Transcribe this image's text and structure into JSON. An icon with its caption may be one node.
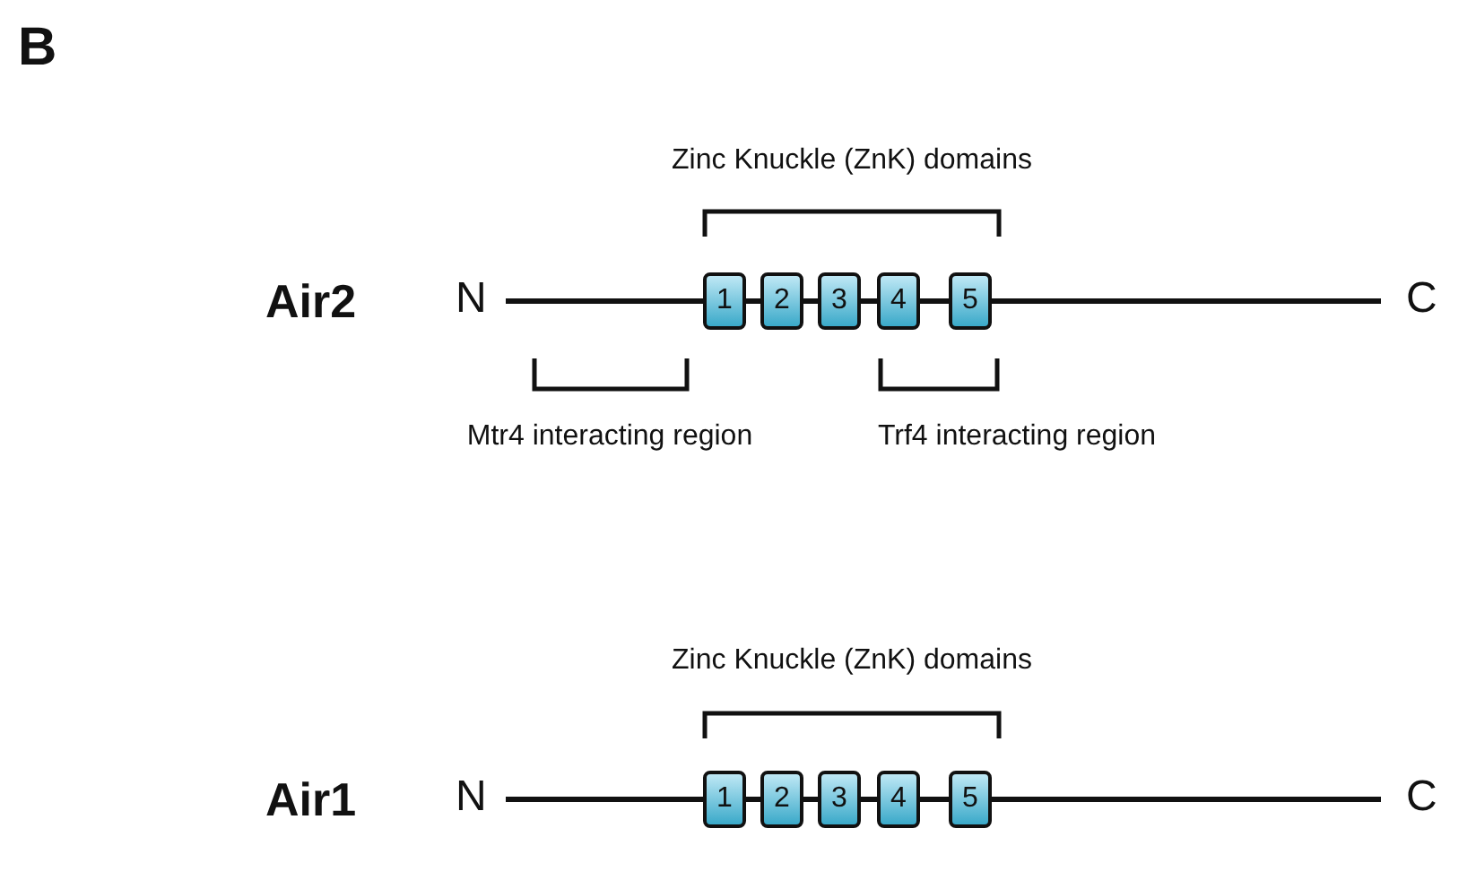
{
  "diagram": {
    "nodes": [
      {
        "text": [
          "1"
        ]
      },
      {
        "text": [
          "2"
        ]
      },
      {
        "text": [
          "3"
        ]
      },
      {
        "text": [
          "4"
        ]
      },
      {
        "text": [
          "5"
        ]
      },
      {
        "text": [
          "1"
        ]
      },
      {
        "text": [
          "2"
        ]
      },
      {
        "text": [
          "3"
        ]
      },
      {
        "text": [
          "4"
        ]
      },
      {
        "text": [
          "5"
        ]
      }
    ],
    "labels": [
      "B",
      "Zinc Knuckle (ZnK) domains",
      "Air2",
      "N",
      "C",
      "Mtr4 interacting region",
      "Trf4 interacting region",
      "Zinc Knuckle (ZnK) domains",
      "Air1",
      "N",
      "C"
    ]
  }
}
